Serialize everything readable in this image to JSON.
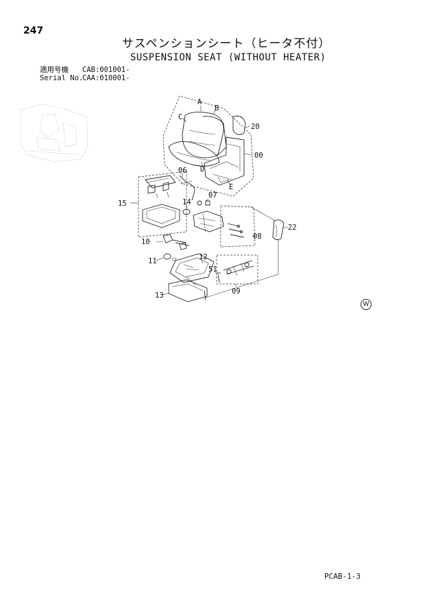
{
  "page_number": "247",
  "title_jp": "サスペンションシート（ヒータ不付）",
  "title_en": "SUSPENSION SEAT (WITHOUT HEATER)",
  "serial": [
    {
      "label": "適用号機",
      "value": "CAB:001001-"
    },
    {
      "label": "Serial No.",
      "value": "CAA:010001-"
    }
  ],
  "callouts": {
    "A": "A",
    "B": "B",
    "C": "C",
    "D": "D",
    "E": "E",
    "p20": "20",
    "p00": "00",
    "p06": "06",
    "p15": "15",
    "p14": "14",
    "p07": "07",
    "p22": "22",
    "p08": "08",
    "p10": "10",
    "p11": "11",
    "p12": "12",
    "p51": "51",
    "p09": "09",
    "p13": "13"
  },
  "mark": "W",
  "footer_code": "PCAB-1-3"
}
